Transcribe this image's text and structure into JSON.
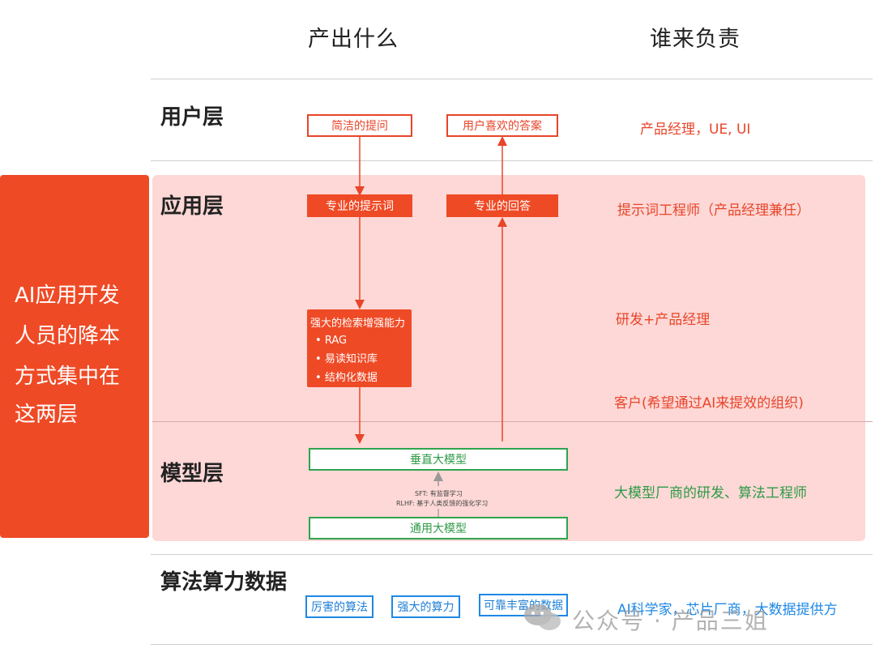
{
  "headers": {
    "output": "产出什么",
    "owner": "谁来负责"
  },
  "layers": {
    "user": "用户层",
    "app": "应用层",
    "model": "模型层",
    "infra": "算法算力数据"
  },
  "side_note": [
    "AI应用开发",
    "人员的降本",
    "方式集中在",
    "这两层"
  ],
  "boxes": {
    "concise_question": "简洁的提问",
    "user_liked_answer": "用户喜欢的答案",
    "pro_prompt": "专业的提示词",
    "pro_answer": "专业的回答",
    "retrieval_title": "强大的检索增强能力",
    "retrieval_items": [
      "RAG",
      "易读知识库",
      "结构化数据"
    ],
    "vertical_model": "垂直大模型",
    "general_model": "通用大模型",
    "sft": "SFT: 有监督学习",
    "rlhf": "RLHF: 基于人类反馈的强化学习",
    "algo": "厉害的算法",
    "compute": "强大的算力",
    "data": "可靠丰富的数据"
  },
  "roles": {
    "user": "产品经理，UE, UI",
    "app_1": "提示词工程师（产品经理兼任）",
    "app_2": "研发+产品经理",
    "app_3": "客户(希望通过AI来提效的组织)",
    "model": "大模型厂商的研发、算法工程师",
    "infra": "AI科学家，芯片厂商，大数据提供方"
  },
  "watermark": "公众号 · 产品三姐",
  "colors": {
    "accent": "#ef4a26",
    "band": "#fdd8d6",
    "green": "#2ea44f",
    "blue": "#1e88e5"
  }
}
